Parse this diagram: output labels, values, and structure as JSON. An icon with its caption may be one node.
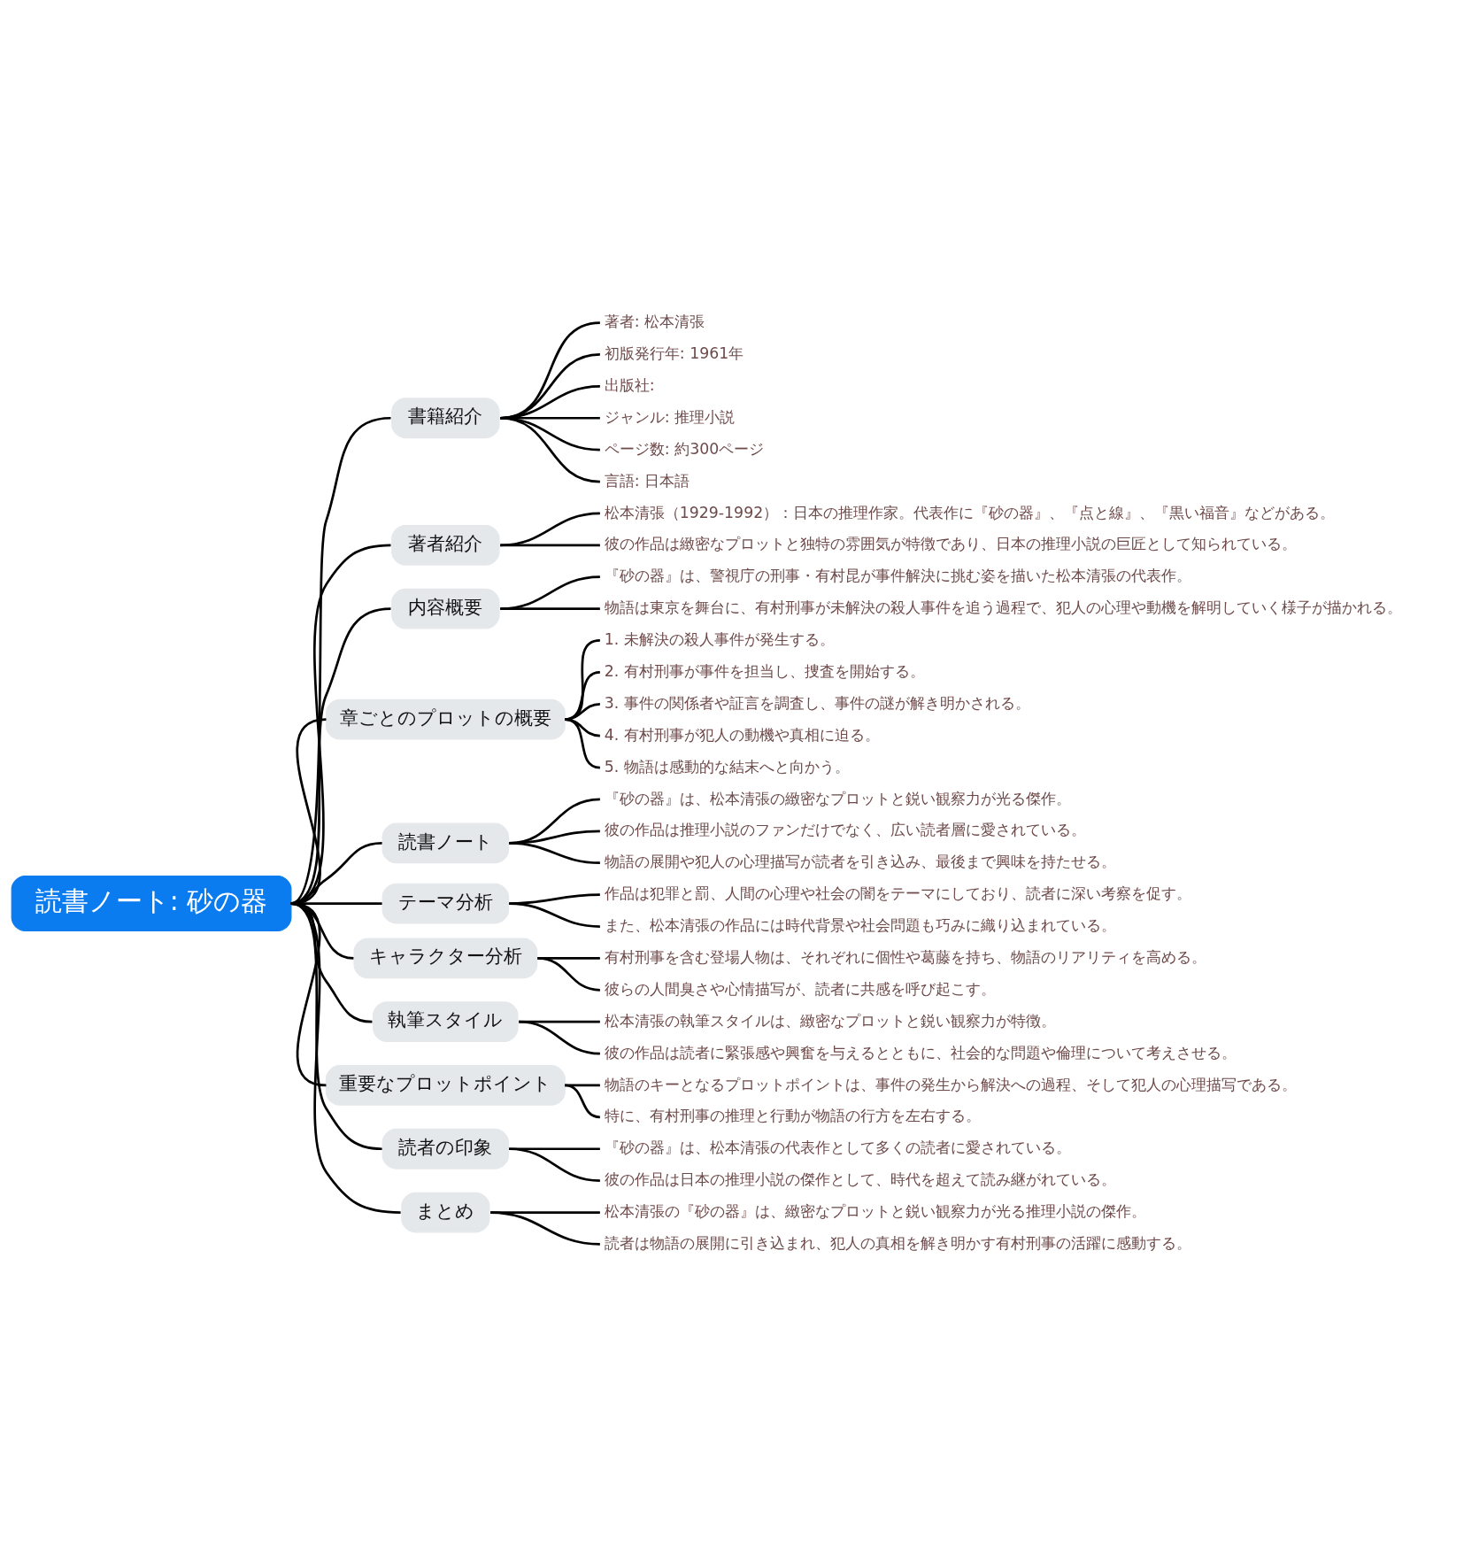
{
  "diagram": {
    "nodes": [
      {
        "text": [
          "読書ノート: 砂の器"
        ]
      },
      {
        "text": [
          "書籍紹介"
        ]
      },
      {
        "text": [
          "著者: 松本清張"
        ]
      },
      {
        "text": [
          "初版発行年: 1961年"
        ]
      },
      {
        "text": [
          "出版社:"
        ]
      },
      {
        "text": [
          "ジャンル: 推理小説"
        ]
      },
      {
        "text": [
          "ページ数: 約300ページ"
        ]
      },
      {
        "text": [
          "言語: 日本語"
        ]
      },
      {
        "text": [
          "著者紹介"
        ]
      },
      {
        "text": [
          "松本清張（1929-1992）：日本の推理作家。代表作に『砂の器』、『点と線』、『黒い福音』などがある。"
        ]
      },
      {
        "text": [
          "彼の作品は緻密なプロットと独特の雰囲気が特徴であり、日本の推理小説の巨匠として知られている。"
        ]
      },
      {
        "text": [
          "内容概要"
        ]
      },
      {
        "text": [
          "『砂の器』は、警視庁の刑事・有村昆が事件解決に挑む姿を描いた松本清張の代表作。"
        ]
      },
      {
        "text": [
          "物語は東京を舞台に、有村刑事が未解決の殺人事件を追う過程で、犯人の心理や動機を解明していく様子が描かれる。"
        ]
      },
      {
        "text": [
          "章ごとのプロットの概要"
        ]
      },
      {
        "text": [
          "1. 未解決の殺人事件が発生する。"
        ]
      },
      {
        "text": [
          "2. 有村刑事が事件を担当し、捜査を開始する。"
        ]
      },
      {
        "text": [
          "3. 事件の関係者や証言を調査し、事件の謎が解き明かされる。"
        ]
      },
      {
        "text": [
          "4. 有村刑事が犯人の動機や真相に迫る。"
        ]
      },
      {
        "text": [
          "5. 物語は感動的な結末へと向かう。"
        ]
      },
      {
        "text": [
          "読書ノート"
        ]
      },
      {
        "text": [
          "『砂の器』は、松本清張の緻密なプロットと鋭い観察力が光る傑作。"
        ]
      },
      {
        "text": [
          "彼の作品は推理小説のファンだけでなく、広い読者層に愛されている。"
        ]
      },
      {
        "text": [
          "物語の展開や犯人の心理描写が読者を引き込み、最後まで興味を持たせる。"
        ]
      },
      {
        "text": [
          "テーマ分析"
        ]
      },
      {
        "text": [
          "作品は犯罪と罰、人間の心理や社会の闇をテーマにしており、読者に深い考察を促す。"
        ]
      },
      {
        "text": [
          "また、松本清張の作品には時代背景や社会問題も巧みに織り込まれている。"
        ]
      },
      {
        "text": [
          "キャラクター分析"
        ]
      },
      {
        "text": [
          "有村刑事を含む登場人物は、それぞれに個性や葛藤を持ち、物語のリアリティを高める。"
        ]
      },
      {
        "text": [
          "彼らの人間臭さや心情描写が、読者に共感を呼び起こす。"
        ]
      },
      {
        "text": [
          "執筆スタイル"
        ]
      },
      {
        "text": [
          "松本清張の執筆スタイルは、緻密なプロットと鋭い観察力が特徴。"
        ]
      },
      {
        "text": [
          "彼の作品は読者に緊張感や興奮を与えるとともに、社会的な問題や倫理について考えさせる。"
        ]
      },
      {
        "text": [
          "重要なプロットポイント"
        ]
      },
      {
        "text": [
          "物語のキーとなるプロットポイントは、事件の発生から解決への過程、そして犯人の心理描写である。"
        ]
      },
      {
        "text": [
          "特に、有村刑事の推理と行動が物語の行方を左右する。"
        ]
      },
      {
        "text": [
          "読者の印象"
        ]
      },
      {
        "text": [
          "『砂の器』は、松本清張の代表作として多くの読者に愛されている。"
        ]
      },
      {
        "text": [
          "彼の作品は日本の推理小説の傑作として、時代を超えて読み継がれている。"
        ]
      },
      {
        "text": [
          "まとめ"
        ]
      },
      {
        "text": [
          "松本清張の『砂の器』は、緻密なプロットと鋭い観察力が光る推理小説の傑作。"
        ]
      },
      {
        "text": [
          "読者は物語の展開に引き込まれ、犯人の真相を解き明かす有村刑事の活躍に感動する。"
        ]
      }
    ],
    "edges": [
      {
        "from": 0,
        "to": 1,
        "arrow": "none"
      },
      {
        "from": 1,
        "to": 2,
        "arrow": "none"
      },
      {
        "from": 1,
        "to": 3,
        "arrow": "none"
      },
      {
        "from": 1,
        "to": 4,
        "arrow": "none"
      },
      {
        "from": 1,
        "to": 5,
        "arrow": "none"
      },
      {
        "from": 1,
        "to": 6,
        "arrow": "none"
      },
      {
        "from": 1,
        "to": 7,
        "arrow": "none"
      },
      {
        "from": 0,
        "to": 8,
        "arrow": "none"
      },
      {
        "from": 8,
        "to": 9,
        "arrow": "none"
      },
      {
        "from": 8,
        "to": 10,
        "arrow": "none"
      },
      {
        "from": 0,
        "to": 11,
        "arrow": "none"
      },
      {
        "from": 11,
        "to": 12,
        "arrow": "none"
      },
      {
        "from": 11,
        "to": 13,
        "arrow": "none"
      },
      {
        "from": 0,
        "to": 14,
        "arrow": "none"
      },
      {
        "from": 14,
        "to": 15,
        "arrow": "none"
      },
      {
        "from": 14,
        "to": 16,
        "arrow": "none"
      },
      {
        "from": 14,
        "to": 17,
        "arrow": "none"
      },
      {
        "from": 14,
        "to": 18,
        "arrow": "none"
      },
      {
        "from": 14,
        "to": 19,
        "arrow": "none"
      },
      {
        "from": 0,
        "to": 20,
        "arrow": "none"
      },
      {
        "from": 20,
        "to": 21,
        "arrow": "none"
      },
      {
        "from": 20,
        "to": 22,
        "arrow": "none"
      },
      {
        "from": 20,
        "to": 23,
        "arrow": "none"
      },
      {
        "from": 0,
        "to": 24,
        "arrow": "none"
      },
      {
        "from": 24,
        "to": 25,
        "arrow": "none"
      },
      {
        "from": 24,
        "to": 26,
        "arrow": "none"
      },
      {
        "from": 0,
        "to": 27,
        "arrow": "none"
      },
      {
        "from": 27,
        "to": 28,
        "arrow": "none"
      },
      {
        "from": 27,
        "to": 29,
        "arrow": "none"
      },
      {
        "from": 0,
        "to": 30,
        "arrow": "none"
      },
      {
        "from": 30,
        "to": 31,
        "arrow": "none"
      },
      {
        "from": 30,
        "to": 32,
        "arrow": "none"
      },
      {
        "from": 0,
        "to": 33,
        "arrow": "none"
      },
      {
        "from": 33,
        "to": 34,
        "arrow": "none"
      },
      {
        "from": 33,
        "to": 35,
        "arrow": "none"
      },
      {
        "from": 0,
        "to": 36,
        "arrow": "none"
      },
      {
        "from": 36,
        "to": 37,
        "arrow": "none"
      },
      {
        "from": 36,
        "to": 38,
        "arrow": "none"
      },
      {
        "from": 0,
        "to": 39,
        "arrow": "none"
      },
      {
        "from": 39,
        "to": 40,
        "arrow": "none"
      },
      {
        "from": 39,
        "to": 41,
        "arrow": "none"
      }
    ]
  }
}
